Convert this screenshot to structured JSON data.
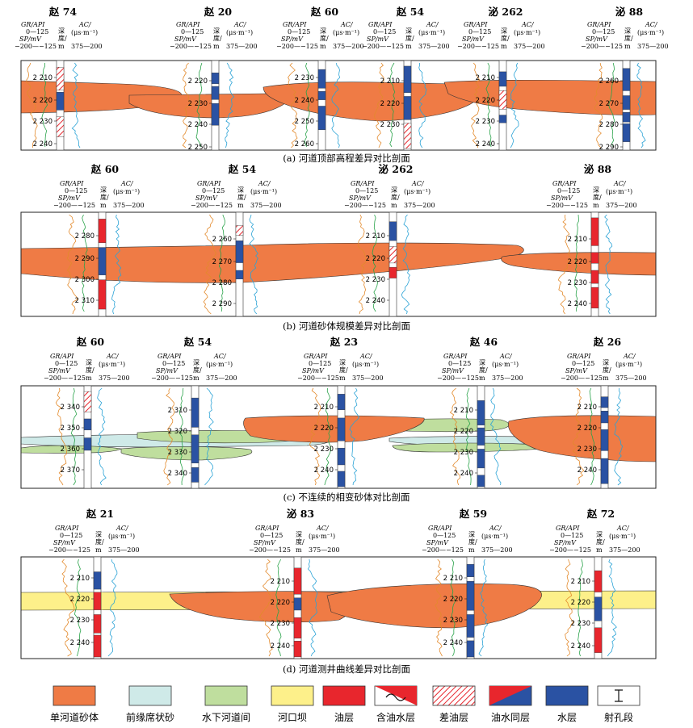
{
  "header": {
    "gr_label": "GR/API",
    "gr_scale": "0—125",
    "sp_label": "SP/mV",
    "sp_scale": "−200—−125",
    "depth_top": "深",
    "depth_mid": "度/",
    "depth_unit": "m",
    "ac_label": "AC/",
    "ac_unit": "(μs·m⁻¹)",
    "ac_scale": "375—200"
  },
  "colors": {
    "channel_sand": "#EF7B45",
    "front_sheet": "#CFEAE8",
    "underwater_inter": "#BFDE9E",
    "mouth_bar": "#FDF08A",
    "oil": "#E8262D",
    "water": "#2A52A3",
    "gr_curve": "#E38A2C",
    "sp_curve": "#2AA34A",
    "ac_curve": "#2BA3D6"
  },
  "panels": [
    {
      "caption": "(a) 河道顶部高程差异对比剖面",
      "wells": [
        {
          "name": "赵 74",
          "ticks": [
            "2 210",
            "2 220",
            "2 230",
            "2 240"
          ]
        },
        {
          "name": "赵 20",
          "ticks": [
            "2 220",
            "2 230",
            "2 240",
            "2 250"
          ]
        },
        {
          "name": "赵 60",
          "ticks": [
            "2 230",
            "2 240",
            "2 250",
            "2 260"
          ]
        },
        {
          "name": "赵 54",
          "ticks": [
            "2 210",
            "2 220",
            "2 230"
          ]
        },
        {
          "name": "泌 262",
          "ticks": [
            "2 210",
            "2 220",
            "2 230",
            "2 240"
          ]
        },
        {
          "name": "泌 88",
          "ticks": [
            "2 260",
            "2 270",
            "2 280",
            "2 290"
          ]
        }
      ]
    },
    {
      "caption": "(b) 河道砂体规模差异对比剖面",
      "wells": [
        {
          "name": "赵 60",
          "ticks": [
            "2 280",
            "2 290",
            "2 300",
            "2 310"
          ]
        },
        {
          "name": "赵 54",
          "ticks": [
            "2 260",
            "2 270",
            "2 280",
            "2 290"
          ]
        },
        {
          "name": "泌 262",
          "ticks": [
            "2 210",
            "2 220",
            "2 230",
            "2 240"
          ]
        },
        {
          "name": "泌 88",
          "ticks": [
            "2 210",
            "2 220",
            "2 230",
            "2 240"
          ]
        }
      ]
    },
    {
      "caption": "(c) 不连续的相变砂体对比剖面",
      "wells": [
        {
          "name": "赵 60",
          "ticks": [
            "2 340",
            "2 350",
            "2 360",
            "2 370"
          ]
        },
        {
          "name": "赵 54",
          "ticks": [
            "2 310",
            "2 320",
            "2 330",
            "2 340"
          ]
        },
        {
          "name": "赵 23",
          "ticks": [
            "2 210",
            "2 220",
            "2 230",
            "2 240"
          ]
        },
        {
          "name": "赵 46",
          "ticks": [
            "2 210",
            "2 220",
            "2 230",
            "2 240"
          ]
        },
        {
          "name": "赵 26",
          "ticks": [
            "2 210",
            "2 220",
            "2 230",
            "2 240"
          ]
        }
      ]
    },
    {
      "caption": "(d) 河道测井曲线差异对比剖面",
      "wells": [
        {
          "name": "赵 21",
          "ticks": [
            "2 210",
            "2 220",
            "2 230",
            "2 240"
          ]
        },
        {
          "name": "泌 83",
          "ticks": [
            "2 210",
            "2 220",
            "2 230",
            "2 240"
          ]
        },
        {
          "name": "赵 59",
          "ticks": [
            "2 210",
            "2 220",
            "2 230",
            "2 240"
          ]
        },
        {
          "name": "赵 72",
          "ticks": [
            "2 210",
            "2 220",
            "2 230",
            "2 240"
          ]
        }
      ]
    }
  ],
  "legend": [
    {
      "key": "channel_sand",
      "label": "单河道砂体"
    },
    {
      "key": "front_sheet",
      "label": "前缘席状砂"
    },
    {
      "key": "underwater_inter",
      "label": "水下河道间"
    },
    {
      "key": "mouth_bar",
      "label": "河口坝"
    },
    {
      "key": "oil",
      "label": "油层"
    },
    {
      "key": "oil_water_contain",
      "label": "含油水层"
    },
    {
      "key": "poor_oil",
      "label": "差油层"
    },
    {
      "key": "oil_water_same",
      "label": "油水同层"
    },
    {
      "key": "water",
      "label": "水层"
    },
    {
      "key": "perforation",
      "label": "射孔段"
    }
  ]
}
